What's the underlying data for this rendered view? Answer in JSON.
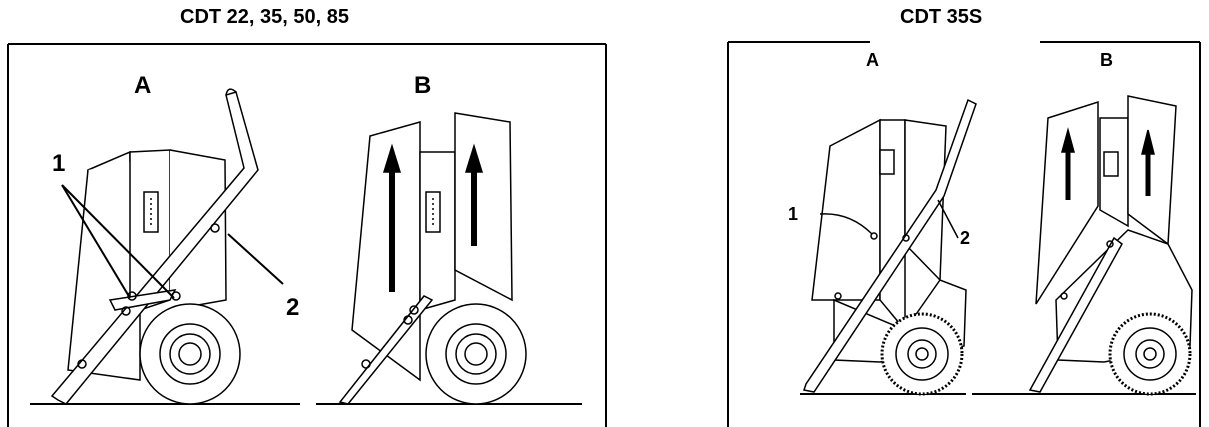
{
  "left_figure": {
    "title": "CDT 22, 35, 50, 85",
    "label_a": "A",
    "label_b": "B",
    "callout_1": "1",
    "callout_2": "2"
  },
  "right_figure": {
    "title": "CDT 35S",
    "label_a": "A",
    "label_b": "B",
    "callout_1": "1",
    "callout_2": "2"
  }
}
